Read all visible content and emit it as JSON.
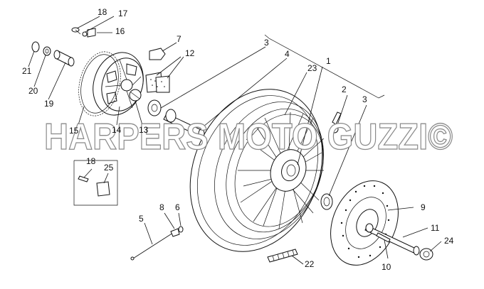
{
  "callouts": {
    "c1": "1",
    "c2": "2",
    "c3a": "3",
    "c3b": "3",
    "c4": "4",
    "c5": "5",
    "c6": "6",
    "c7": "7",
    "c8": "8",
    "c9": "9",
    "c10": "10",
    "c11": "11",
    "c12": "12",
    "c13": "13",
    "c14": "14",
    "c15": "15",
    "c16": "16",
    "c17": "17",
    "c18a": "18",
    "c18b": "18",
    "c19": "19",
    "c20": "20",
    "c21": "21",
    "c22": "22",
    "c23": "23",
    "c24": "24",
    "c25": "25"
  },
  "watermark": "HARPERS MOTO GUZZI©"
}
